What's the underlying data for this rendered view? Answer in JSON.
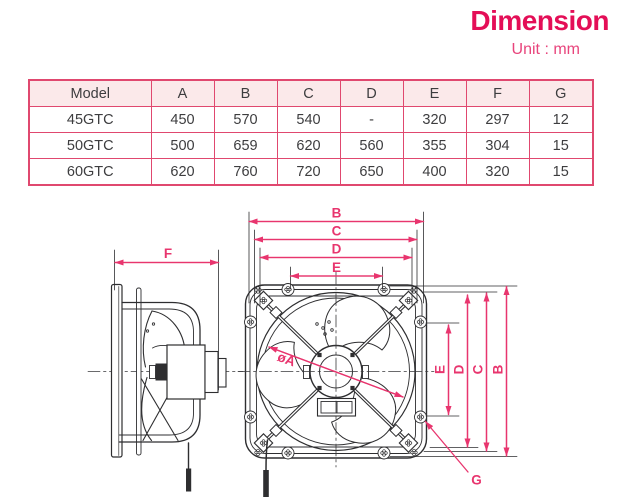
{
  "header": {
    "title": "Dimension",
    "unit": "Unit : mm"
  },
  "table": {
    "columns": [
      "Model",
      "A",
      "B",
      "C",
      "D",
      "E",
      "F",
      "G"
    ],
    "rows": [
      {
        "model": "45GTC",
        "values": [
          "450",
          "570",
          "540",
          "-",
          "320",
          "297",
          "12"
        ]
      },
      {
        "model": "50GTC",
        "values": [
          "500",
          "659",
          "620",
          "560",
          "355",
          "304",
          "15"
        ]
      },
      {
        "model": "60GTC",
        "values": [
          "620",
          "760",
          "720",
          "650",
          "400",
          "320",
          "15"
        ]
      }
    ]
  },
  "diagram": {
    "side_view": {
      "width_label": "F"
    },
    "front_view": {
      "top_dims": [
        "B",
        "C",
        "D",
        "E"
      ],
      "right_dims": [
        "E",
        "D",
        "C",
        "B"
      ],
      "impeller_diameter_label": "øA",
      "mount_hole_label": "G"
    }
  },
  "colors": {
    "accent_pink": "#e8356e",
    "title_pink": "#e40e57",
    "table_border": "#e0486f",
    "table_header_bg": "#fbe9ea",
    "line_dark": "#2e2e30"
  }
}
